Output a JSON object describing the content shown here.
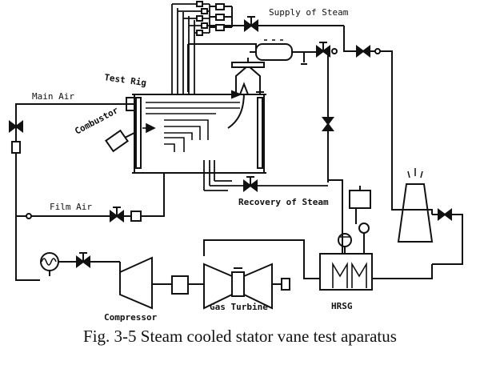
{
  "labels": {
    "supply_of_steam": "Supply of Steam",
    "test_rig": "Test Rig",
    "main_air": "Main Air",
    "combustor": "Combustor",
    "film_air": "Film Air",
    "recovery_of_steam": "Recovery of Steam",
    "compressor": "Compressor",
    "gas_turbine": "Gas Turbine",
    "hrsg": "HRSG"
  },
  "caption": "Fig. 3-5 Steam cooled stator vane test aparatus"
}
